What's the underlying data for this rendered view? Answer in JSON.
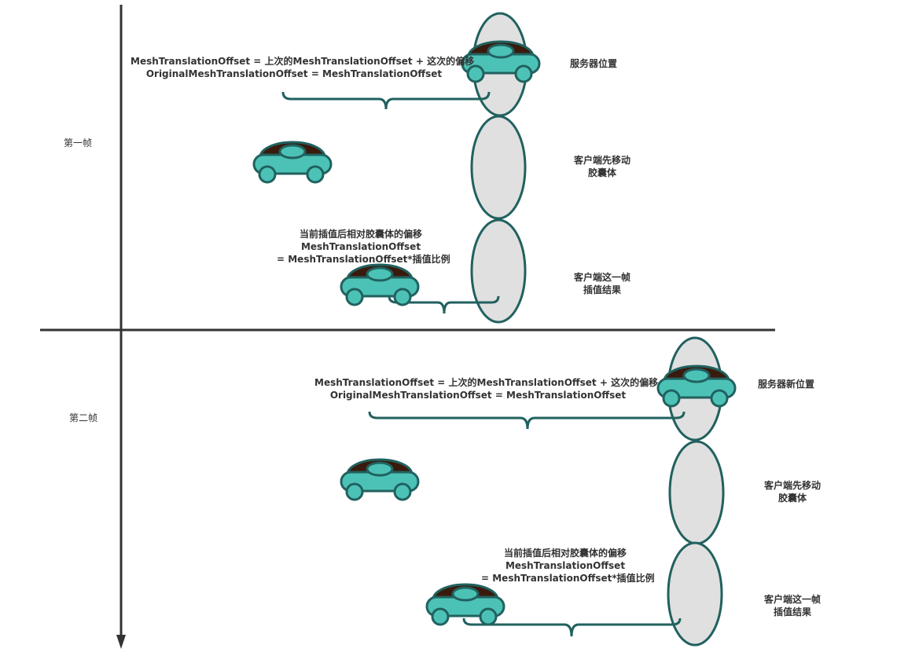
{
  "frames": {
    "first": "第一帧",
    "second": "第二帧"
  },
  "labels": {
    "server_pos": "服务器位置",
    "server_new_pos": "服务器新位置",
    "client_move_line1": "客户端先移动",
    "client_move_line2": "胶囊体",
    "client_interp_line1": "客户端这一帧",
    "client_interp_line2": "插值结果"
  },
  "formulas": {
    "offset_line1": "MeshTranslationOffset  = 上次的MeshTranslationOffset + 这次的偏移",
    "offset_line2": "OriginalMeshTranslationOffset = MeshTranslationOffset",
    "interp_line1": "当前插值后相对胶囊体的偏移",
    "interp_line2": "MeshTranslationOffset",
    "interp_line3": "= MeshTranslationOffset*插值比例"
  },
  "colors": {
    "axis": "#333333",
    "capsule_fill": "#e0e0e0",
    "capsule_stroke": "#21615f",
    "car_body": "#4cc2b6",
    "car_roof": "#3a1a0c",
    "car_outline": "#21615f"
  }
}
